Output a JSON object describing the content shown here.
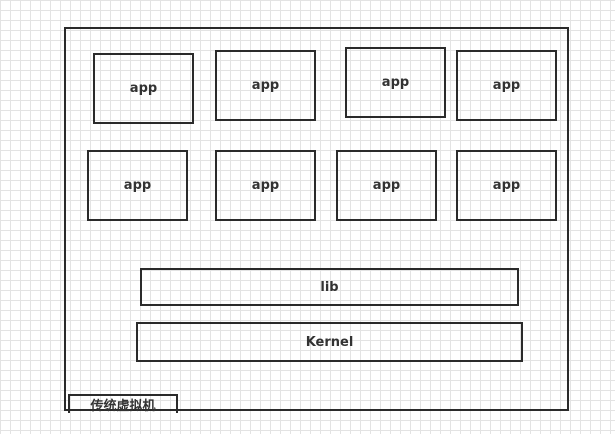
{
  "diagram": {
    "caption": "传统虚拟机",
    "apps": [
      "app",
      "app",
      "app",
      "app",
      "app",
      "app",
      "app",
      "app"
    ],
    "lib_label": "lib",
    "kernel_label": "Kernel"
  }
}
